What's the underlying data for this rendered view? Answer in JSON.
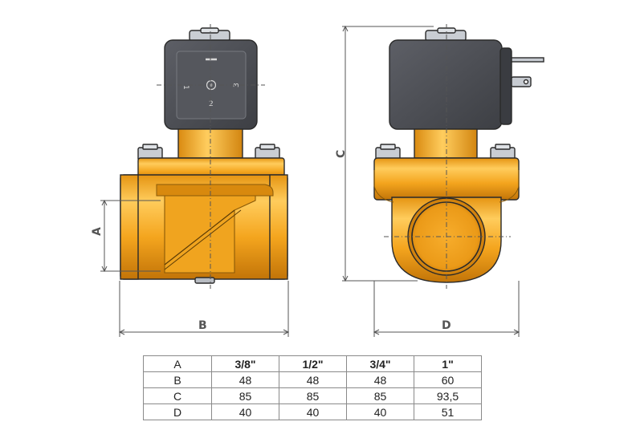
{
  "dimension_labels": {
    "a": "A",
    "b": "B",
    "c": "C",
    "d": "D"
  },
  "coil_terminal_marks": [
    "1",
    "2",
    "3"
  ],
  "table": {
    "header": [
      "A",
      "3/8\"",
      "1/2\"",
      "3/4\"",
      "1\""
    ],
    "rows": [
      [
        "B",
        "48",
        "48",
        "48",
        "60"
      ],
      [
        "C",
        "85",
        "85",
        "85",
        "93,5"
      ],
      [
        "D",
        "40",
        "40",
        "40",
        "51"
      ]
    ]
  },
  "colors": {
    "brass": "#f3a41c",
    "brass_light": "#ffc657",
    "brass_dark": "#c97a0a",
    "coil": "#4f5157",
    "line": "#2a2a2a"
  }
}
